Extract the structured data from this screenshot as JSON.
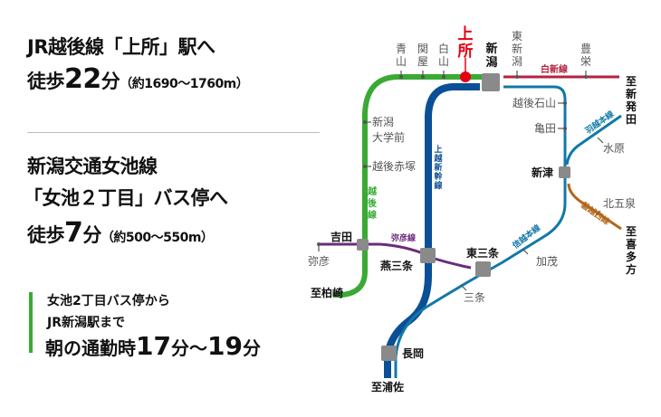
{
  "left": {
    "block1": {
      "line1": "JR越後線「上所」駅へ",
      "walk_prefix": "徒歩",
      "walk_minutes": "22",
      "walk_unit": "分",
      "walk_distance": "（約1690〜1760m）"
    },
    "block2": {
      "line1": "新潟交通女池線",
      "line2": "「女池２丁目」バス停へ",
      "walk_prefix": "徒歩",
      "walk_minutes": "7",
      "walk_unit": "分",
      "walk_distance": "（約500〜550m）"
    },
    "note": {
      "line1": "女池2丁目バス停から",
      "line2": "JR新潟駅まで",
      "line3_prefix": "朝の通勤時",
      "from_min": "17",
      "unit1": "分〜",
      "to_min": "19",
      "unit2": "分"
    }
  },
  "colors": {
    "echigo": "#3aaa35",
    "joetsu_shinkansen": "#0b4f96",
    "shinetsu": "#1278a8",
    "hakushin": "#b5223f",
    "uetsu": "#1278a8",
    "banetsu": "#b5671b",
    "yahiko": "#6a2c7a",
    "highlight": "#e60012",
    "station": "#8a8a8a"
  },
  "map": {
    "highlight_station": "上所",
    "major_stations": [
      "新潟",
      "新津",
      "吉田",
      "燕三条",
      "東三条",
      "長岡"
    ],
    "minor_stations": [
      "青山",
      "関屋",
      "白山",
      "東新潟",
      "豊栄",
      "越後石山",
      "亀田",
      "水原",
      "北五泉",
      "新潟大学前",
      "越後赤塚",
      "弥彦",
      "三条",
      "加茂"
    ],
    "line_labels": {
      "echigo": "越後線",
      "joetsu_shinkansen": "上越新幹線",
      "hakushin": "白新線",
      "uetsu": "羽越本線",
      "shinetsu": "信越本線",
      "banetsu": "磐越西線",
      "yahiko": "弥彦線"
    },
    "destinations": {
      "shibata": "至新発田",
      "kitakata": "至喜多方",
      "kashiwazaki": "至柏崎",
      "urasa": "至浦佐"
    },
    "labels": {
      "aoyama": "青山",
      "sekiya": "関屋",
      "hakusan": "白山",
      "joso": "上所",
      "niigata": "新潟",
      "higashi_niigata": "東新潟",
      "toyosaka": "豊栄",
      "echigo_ishiyama": "越後石山",
      "kameda": "亀田",
      "suibara": "水原",
      "niitsu": "新津",
      "kitagosen": "北五泉",
      "kamo": "加茂",
      "niigata_daigakumae_1": "新潟",
      "niigata_daigakumae_2": "大学前",
      "echigo_akatsuka": "越後赤塚",
      "yoshida": "吉田",
      "yahiko": "弥彦",
      "tsubamesanjo": "燕三条",
      "higashisanjo": "東三条",
      "sanjo": "三条",
      "nagaoka": "長岡"
    }
  }
}
